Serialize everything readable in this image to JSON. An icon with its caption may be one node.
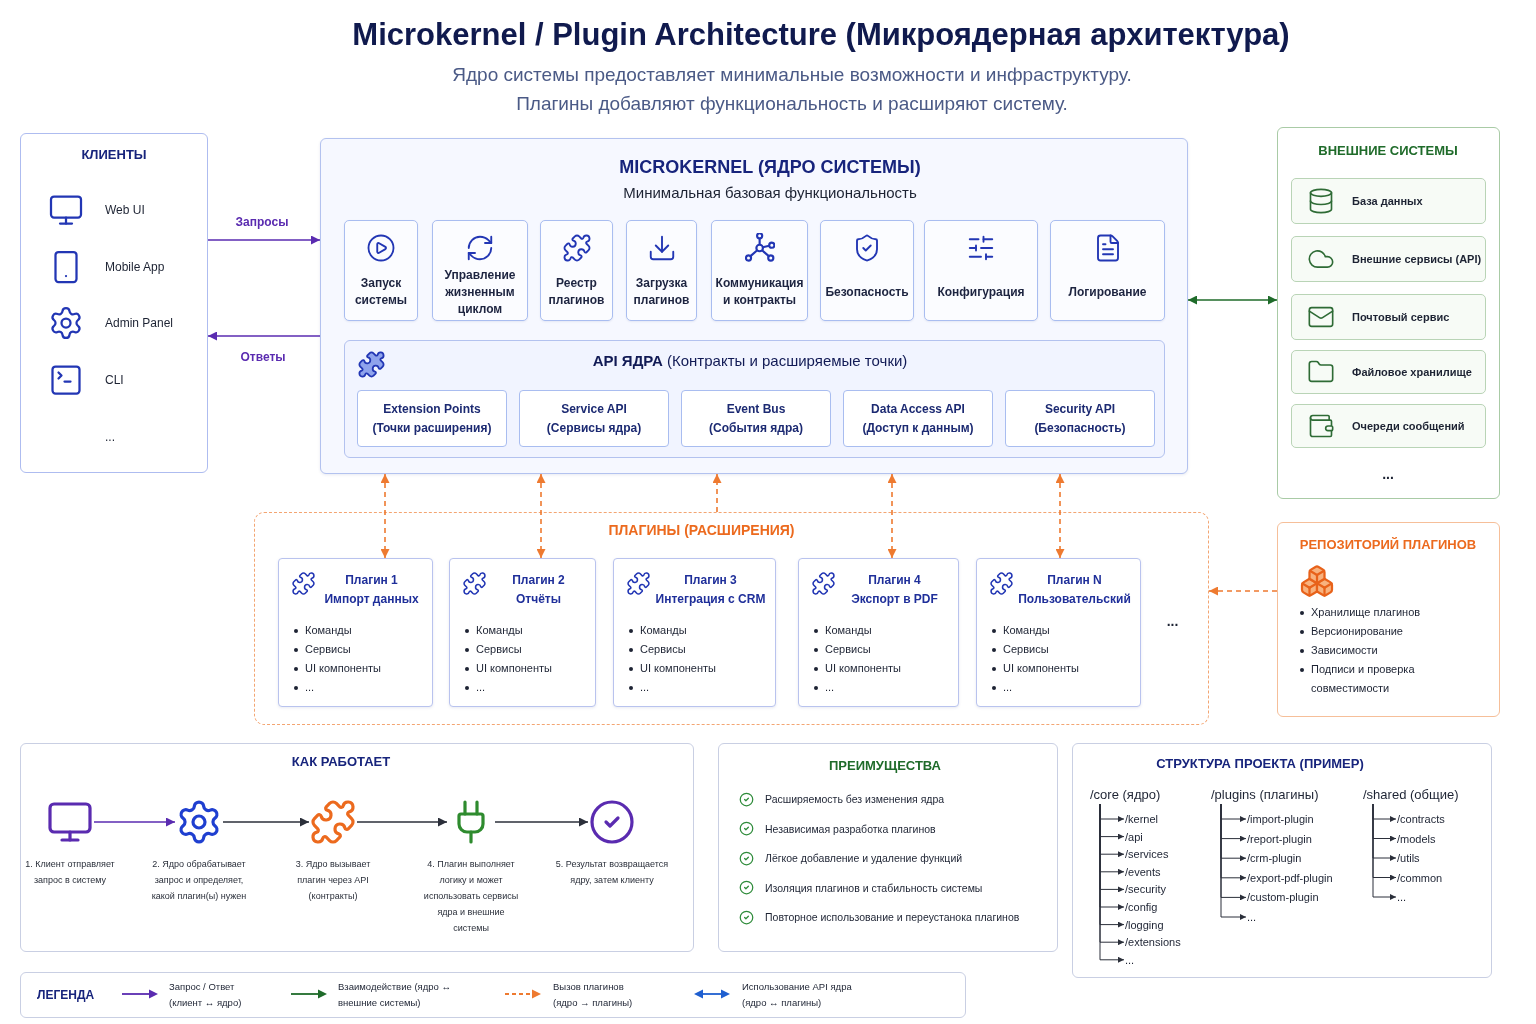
{
  "diagram": {
    "title": "Microkernel / Plugin Architecture (Микроядерная архитектура)",
    "nodes": [
      {
        "text": [
          "КЛИЕНТЫ",
          "Web UI",
          "Mobile App",
          "Admin Panel",
          "CLI",
          "..."
        ]
      },
      {
        "text": [
          "MICROKERNEL (ЯДРО СИСТЕМЫ)",
          "Минимальная базовая функциональность"
        ]
      },
      {
        "text": [
          "Запуск системы"
        ],
        "in": 1
      },
      {
        "text": [
          "Управление жизненным циклом"
        ],
        "in": 1
      },
      {
        "text": [
          "Реестр плагинов"
        ],
        "in": 1
      },
      {
        "text": [
          "Загрузка плагинов"
        ],
        "in": 1
      },
      {
        "text": [
          "Коммуникация и контракты"
        ],
        "in": 1
      },
      {
        "text": [
          "Безопасность"
        ],
        "in": 1
      },
      {
        "text": [
          "Конфигурация"
        ],
        "in": 1
      },
      {
        "text": [
          "Логирование"
        ],
        "in": 1
      },
      {
        "text": [
          "**API ЯДРА** (Контракты и расширяемые точки)"
        ],
        "in": 1
      },
      {
        "text": [
          "Extension Points",
          "(Точки расширения)"
        ],
        "in": 10
      },
      {
        "text": [
          "Service API",
          "(Сервисы ядра)"
        ],
        "in": 10
      },
      {
        "text": [
          "Event Bus",
          "(События ядра)"
        ],
        "in": 10
      },
      {
        "text": [
          "Data Access API",
          "(Доступ к данным)"
        ],
        "in": 10
      },
      {
        "text": [
          "Security API",
          "(Безопасность)"
        ],
        "in": 10
      },
      {
        "text": [
          "ВНЕШНИЕ СИСТЕМЫ",
          "..."
        ]
      },
      {
        "text": [
          "База данных"
        ],
        "in": 16
      },
      {
        "text": [
          "Внешние сервисы (API)"
        ],
        "in": 16
      },
      {
        "text": [
          "Почтовый сервис"
        ],
        "in": 16
      },
      {
        "text": [
          "Файловое хранилище"
        ],
        "in": 16
      },
      {
        "text": [
          "Очереди сообщений"
        ],
        "in": 16
      },
      {
        "text": [
          "ПЛАГИНЫ (РАСШИРЕНИЯ)",
          "..."
        ]
      },
      {
        "text": [
          "Плагин 1",
          "Импорт данных",
          "Команды",
          "Сервисы",
          "UI компоненты",
          "..."
        ],
        "in": 22
      },
      {
        "text": [
          "Плагин 2",
          "Отчёты",
          "Команды",
          "Сервисы",
          "UI компоненты",
          "..."
        ],
        "in": 22
      },
      {
        "text": [
          "Плагин 3",
          "Интеграция с CRM",
          "Команды",
          "Сервисы",
          "UI компоненты",
          "..."
        ],
        "in": 22
      },
      {
        "text": [
          "Плагин 4",
          "Экспорт в PDF",
          "Команды",
          "Сервисы",
          "UI компоненты",
          "..."
        ],
        "in": 22
      },
      {
        "text": [
          "Плагин N",
          "Пользовательский",
          "Команды",
          "Сервисы",
          "UI компоненты",
          "..."
        ],
        "in": 22
      },
      {
        "text": [
          "РЕПОЗИТОРИЙ ПЛАГИНОВ",
          "Хранилище плагинов",
          "Версионирование",
          "Зависимости",
          "Подписи и проверка совместимости"
        ]
      },
      {
        "text": [
          "КАК РАБОТАЕТ"
        ]
      },
      {
        "text": [],
        "shape": "picture",
        "beside": [
          "1. Клиент отправляет запрос в систему"
        ],
        "in": 29
      },
      {
        "text": [],
        "shape": "picture",
        "beside": [
          "2. Ядро обрабатывает запрос и определяет, какой плагин(ы) нужен"
        ],
        "in": 29
      },
      {
        "text": [],
        "shape": "picture",
        "beside": [
          "3. Ядро вызывает плагин через API (контракты)"
        ],
        "in": 29
      },
      {
        "text": [],
        "shape": "picture",
        "beside": [
          "4. Плагин выполняет логику и может использовать сервисы ядра и внешние системы"
        ],
        "in": 29
      },
      {
        "text": [],
        "shape": "picture",
        "beside": [
          "5. Результат возвращается ядру, затем клиенту"
        ],
        "in": 29
      },
      {
        "text": [
          "ПРЕИМУЩЕСТВА",
          "Расширяемость без изменения ядра",
          "Независимая разработка плагинов",
          "Лёгкое добавление и удаление функций",
          "Изоляция плагинов и стабильность системы",
          "Повторное использование и переустанока плагинов"
        ]
      },
      {
        "text": [
          "СТРУКТУРА ПРОЕКТА (ПРИМЕР)"
        ]
      },
      {
        "text": [
          "/core (ядро)"
        ],
        "in": 36
      },
      {
        "text": [
          "/kernel"
        ],
        "in": 36
      },
      {
        "text": [
          "/api"
        ],
        "in": 36
      },
      {
        "text": [
          "/services"
        ],
        "in": 36
      },
      {
        "text": [
          "/events"
        ],
        "in": 36
      },
      {
        "text": [
          "/security"
        ],
        "in": 36
      },
      {
        "text": [
          "/config"
        ],
        "in": 36
      },
      {
        "text": [
          "/logging"
        ],
        "in": 36
      },
      {
        "text": [
          "/extensions"
        ],
        "in": 36
      },
      {
        "text": [
          "..."
        ],
        "in": 36
      },
      {
        "text": [
          "/plugins (плагины)"
        ],
        "in": 36
      },
      {
        "text": [
          "/import-plugin"
        ],
        "in": 36
      },
      {
        "text": [
          "/report-plugin"
        ],
        "in": 36
      },
      {
        "text": [
          "/crm-plugin"
        ],
        "in": 36
      },
      {
        "text": [
          "/export-pdf-plugin"
        ],
        "in": 36
      },
      {
        "text": [
          "/custom-plugin"
        ],
        "in": 36
      },
      {
        "text": [
          "..."
        ],
        "in": 36
      },
      {
        "text": [
          "/shared (общие)"
        ],
        "in": 36
      },
      {
        "text": [
          "/contracts"
        ],
        "in": 36
      },
      {
        "text": [
          "/models"
        ],
        "in": 36
      },
      {
        "text": [
          "/utils"
        ],
        "in": 36
      },
      {
        "text": [
          "/common"
        ],
        "in": 36
      },
      {
        "text": [
          "..."
        ],
        "in": 36
      }
    ],
    "edges": [
      {
        "from": 0,
        "to": 1,
        "arrow": "to",
        "label": "Запросы",
        "color": "#5a2bb0"
      },
      {
        "from": 1,
        "to": 0,
        "arrow": "to",
        "label": "Ответы",
        "color": "#5a2bb0"
      },
      {
        "from": 1,
        "to": 16,
        "arrow": "both",
        "color": "#1f6b2a"
      },
      {
        "from": 1,
        "to": 23,
        "arrow": "both",
        "style": "dashed",
        "color": "#ee7a30"
      },
      {
        "from": 1,
        "to": 24,
        "arrow": "both",
        "style": "dashed",
        "color": "#ee7a30"
      },
      {
        "from": 22,
        "to": 1,
        "arrow": "to",
        "style": "dashed",
        "color": "#ee7a30"
      },
      {
        "from": 1,
        "to": 26,
        "arrow": "both",
        "style": "dashed",
        "color": "#ee7a30"
      },
      {
        "from": 1,
        "to": 27,
        "arrow": "both",
        "style": "dashed",
        "color": "#ee7a30"
      },
      {
        "from": 28,
        "to": 22,
        "arrow": "to",
        "style": "dashed",
        "color": "#ee7a30"
      },
      {
        "from": 30,
        "to": 31,
        "arrow": "to",
        "color": "#5a2bb0"
      },
      {
        "from": 31,
        "to": 32,
        "arrow": "to"
      },
      {
        "from": 32,
        "to": 33,
        "arrow": "to"
      },
      {
        "from": 33,
        "to": 34,
        "arrow": "to"
      },
      {
        "from": 37,
        "to": 38,
        "arrow": "to"
      },
      {
        "from": 37,
        "to": 39,
        "arrow": "to"
      },
      {
        "from": 37,
        "to": 40,
        "arrow": "to"
      },
      {
        "from": 37,
        "to": 41,
        "arrow": "to"
      },
      {
        "from": 37,
        "to": 42,
        "arrow": "to"
      },
      {
        "from": 37,
        "to": 43,
        "arrow": "to"
      },
      {
        "from": 37,
        "to": 44,
        "arrow": "to"
      },
      {
        "from": 37,
        "to": 45,
        "arrow": "to"
      },
      {
        "from": 37,
        "to": 46,
        "arrow": "to"
      },
      {
        "from": 47,
        "to": 48,
        "arrow": "to"
      },
      {
        "from": 47,
        "to": 49,
        "arrow": "to"
      },
      {
        "from": 47,
        "to": 50,
        "arrow": "to"
      },
      {
        "from": 47,
        "to": 51,
        "arrow": "to"
      },
      {
        "from": 47,
        "to": 52,
        "arrow": "to"
      },
      {
        "from": 47,
        "to": 53,
        "arrow": "to"
      },
      {
        "from": 54,
        "to": 55,
        "arrow": "to"
      },
      {
        "from": 54,
        "to": 56,
        "arrow": "to"
      },
      {
        "from": 54,
        "to": 57,
        "arrow": "to"
      },
      {
        "from": 54,
        "to": 58,
        "arrow": "to"
      },
      {
        "from": 54,
        "to": 59,
        "arrow": "to"
      }
    ],
    "labels": [
      "Ядро системы предоставляет минимальные возможности и инфраструктуру.",
      "Плагины добавляют функциональность и расширяют систему.",
      "ЛЕГЕНДА"
    ],
    "legend": [
      {
        "text": "Запрос / Ответ (клиент ↔ ядро)"
      },
      {
        "text": "Взаимодействие (ядро ↔ внешние системы)"
      },
      {
        "text": "Вызов плагинов (ядро → плагины)"
      },
      {
        "text": "Использование API ядра (ядро ↔ плагины)"
      }
    ]
  }
}
